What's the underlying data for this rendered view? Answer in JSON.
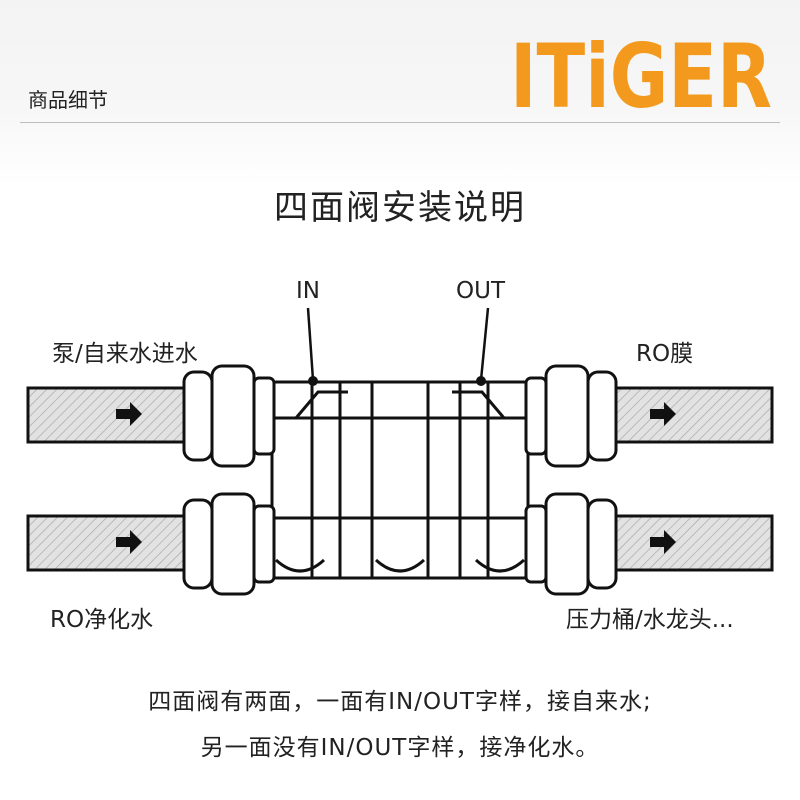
{
  "header": {
    "section_label": "商品细节",
    "brand": "ITiGER",
    "brand_color": "#f39a1e"
  },
  "title": "四面阀安装说明",
  "diagram": {
    "port_in_label": "IN",
    "port_out_label": "OUT",
    "left_top_label": "泵/自来水进水",
    "right_top_label": "RO膜",
    "left_bottom_label": "RO净化水",
    "right_bottom_label": "压力桶/水龙头...",
    "flow_arrow_icon": "right-arrow-icon"
  },
  "caption": {
    "line1": "四面阀有两面，一面有IN/OUT字样，接自来水;",
    "line2": "另一面没有IN/OUT字样，接净化水。"
  }
}
